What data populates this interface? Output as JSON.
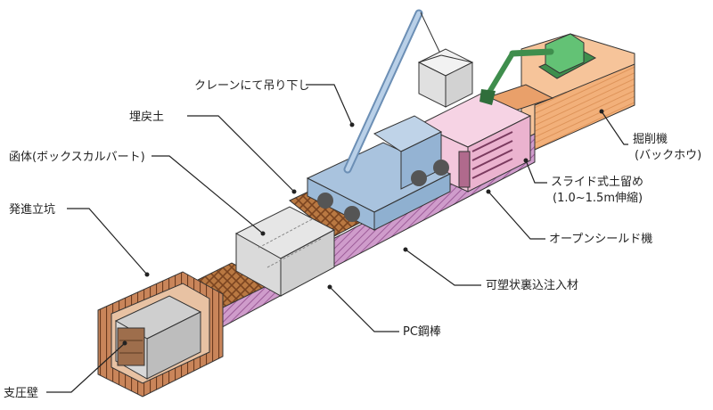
{
  "labels": {
    "crane_lowering": "クレーンにて吊り下し",
    "backfill": "埋戻土",
    "box_culvert": "函体(ボックスカルバート)",
    "launch_shaft": "発進立坑",
    "reaction_wall": "支圧壁",
    "backhoe_line1": "掘削機",
    "backhoe_line2": "(バックホウ)",
    "slide_line1": "スライド式土留め",
    "slide_line2": "(1.0~1.5m伸縮)",
    "open_shield": "オープンシールド機",
    "grout": "可塑状裏込注入材",
    "pc_bar": "PC鋼棒"
  },
  "colors": {
    "box": "#dcdcdc",
    "backfill": "#b0703f",
    "grout": "#c58fc0",
    "machine": "#f0bfd6",
    "earth": "#f2b07a",
    "crane": "#a9c3de",
    "backhoe": "#59b86a",
    "sheet_pile": "#c9855a"
  }
}
